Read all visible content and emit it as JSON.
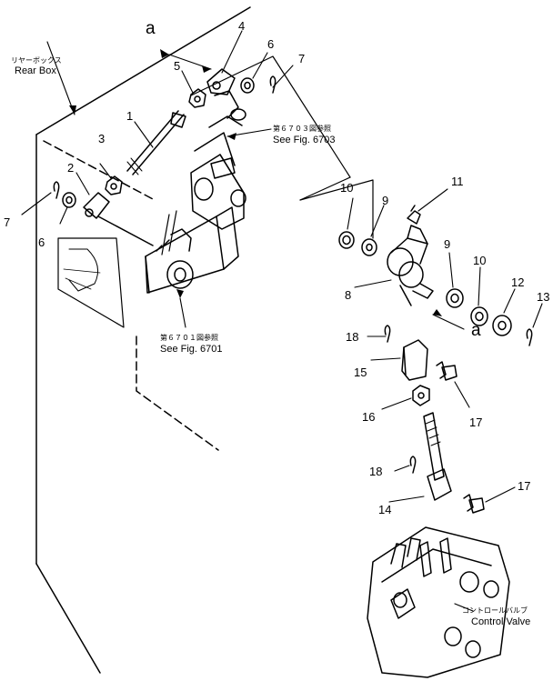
{
  "colors": {
    "ink": "#000000",
    "paper": "#ffffff"
  },
  "labels": {
    "a_top": "a",
    "a_right": "a",
    "rear_box_jp": "リヤーボックス",
    "rear_box_en": "Rear Box",
    "ref_6703_jp": "第６７０３図参照",
    "ref_6703_en": "See Fig. 6703",
    "ref_6701_jp": "第６７０１図参照",
    "ref_6701_en": "See Fig. 6701",
    "control_valve_jp": "コントロールバルブ",
    "control_valve_en": "Control Valve"
  },
  "callouts": {
    "c1": "1",
    "c2": "2",
    "c3": "3",
    "c4": "4",
    "c5": "5",
    "c6a": "6",
    "c6b": "6",
    "c7a": "7",
    "c7b": "7",
    "c8": "8",
    "c9a": "9",
    "c9b": "9",
    "c10a": "10",
    "c10b": "10",
    "c11": "11",
    "c12": "12",
    "c13": "13",
    "c14": "14",
    "c15": "15",
    "c16": "16",
    "c17a": "17",
    "c17b": "17",
    "c18a": "18",
    "c18b": "18"
  }
}
